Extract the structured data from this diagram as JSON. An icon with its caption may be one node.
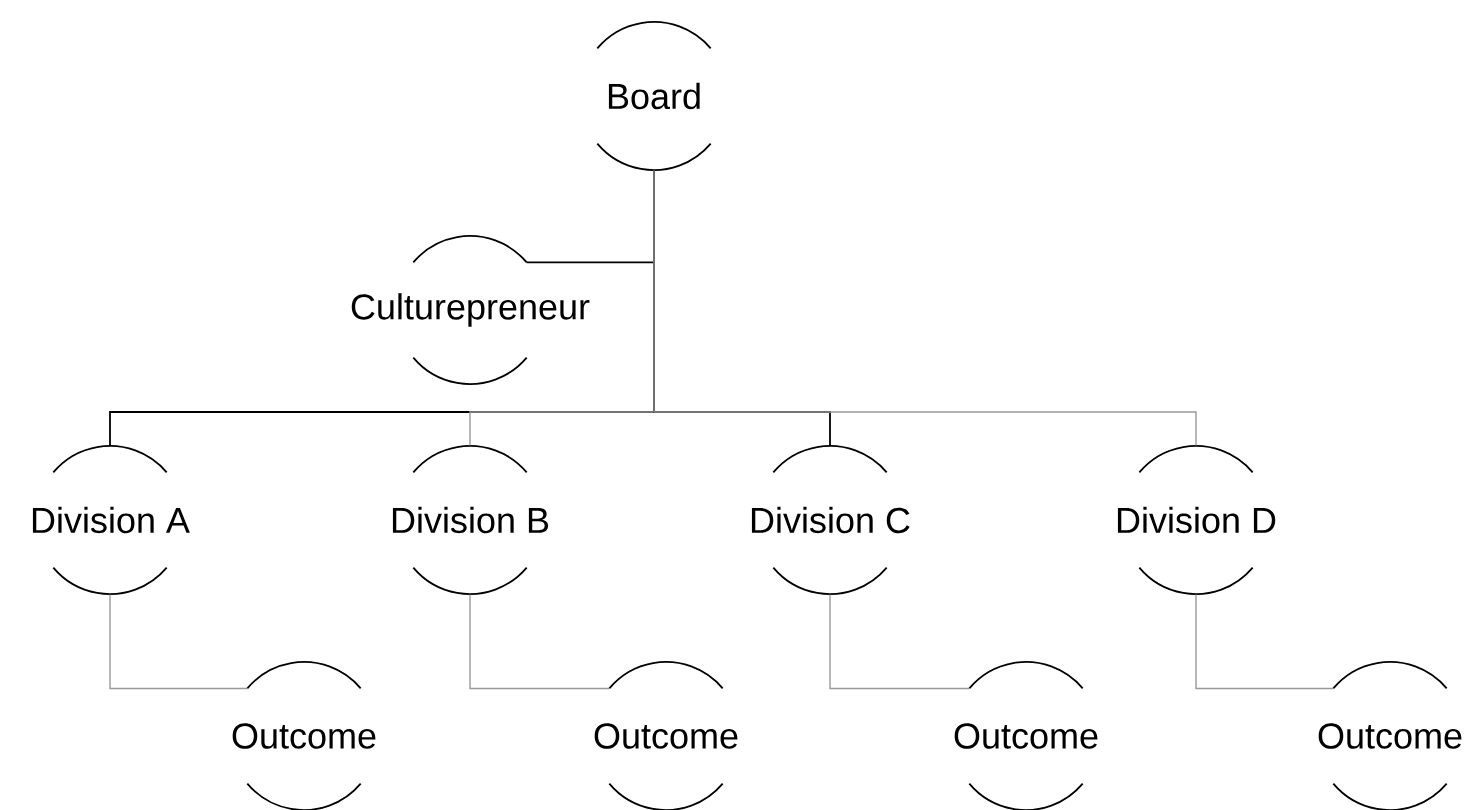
{
  "diagram": {
    "nodes": [
      {
        "text": [
          "Board"
        ]
      },
      {
        "text": [
          "Culturepreneur"
        ]
      },
      {
        "text": [
          "Division A"
        ]
      },
      {
        "text": [
          "Division B"
        ]
      },
      {
        "text": [
          "Division C"
        ]
      },
      {
        "text": [
          "Division D"
        ]
      },
      {
        "text": [
          "Outcome"
        ]
      },
      {
        "text": [
          "Outcome"
        ]
      },
      {
        "text": [
          "Outcome"
        ]
      },
      {
        "text": [
          "Outcome"
        ]
      }
    ],
    "edges": [
      {
        "from": 0,
        "to": 1,
        "arrow": "none",
        "color": "#000000"
      },
      {
        "from": 0,
        "to": 2,
        "arrow": "none",
        "color": "#000000"
      },
      {
        "from": 0,
        "to": 3,
        "arrow": "none"
      },
      {
        "from": 0,
        "to": 4,
        "arrow": "none",
        "color": "#000000"
      },
      {
        "from": 0,
        "to": 5,
        "arrow": "none"
      },
      {
        "from": 2,
        "to": 6,
        "arrow": "none"
      },
      {
        "from": 3,
        "to": 7,
        "arrow": "none"
      },
      {
        "from": 4,
        "to": 8,
        "arrow": "none"
      },
      {
        "from": 5,
        "to": 9,
        "arrow": "none"
      }
    ]
  }
}
